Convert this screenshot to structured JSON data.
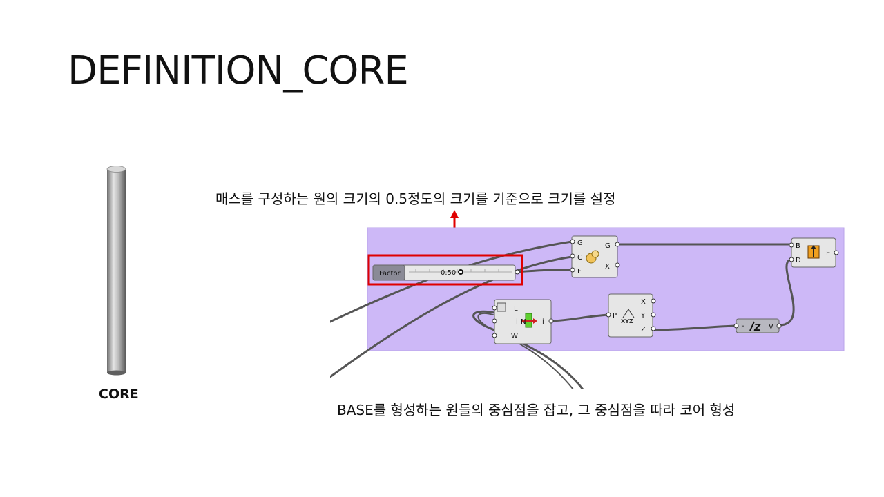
{
  "title": "DEFINITION_CORE",
  "core_label": "CORE",
  "captions": {
    "top": "매스를 구성하는 원의 크기의 0.5정도의 크기를 기준으로 크기를 설정",
    "bottom": "BASE를 형성하는 원들의 중심점을 잡고, 그 중심점을 따라 코어 형성"
  },
  "slider": {
    "label": "Factor",
    "value": "0.50"
  },
  "components": {
    "scale": {
      "inputs": [
        "G",
        "C",
        "F"
      ],
      "outputs": [
        "G",
        "X"
      ]
    },
    "extrude": {
      "inputs": [
        "B",
        "D"
      ],
      "outputs": [
        "E"
      ]
    },
    "eval_curve": {
      "inputs": [
        "L",
        "i",
        "W"
      ],
      "middle": "N",
      "outputs": [
        "i"
      ]
    },
    "deconstruct": {
      "inputs": [
        "P"
      ],
      "outputs": [
        "X",
        "Y",
        "Z"
      ],
      "symbol": "XYZ"
    },
    "unit_z": {
      "inputs": [
        "F"
      ],
      "outputs": [
        "V"
      ],
      "symbol": "Z"
    }
  },
  "colors": {
    "canvas": "#cdb8f7",
    "highlight": "#e00000",
    "wire": "#555555",
    "component": "#e6e6e6"
  }
}
